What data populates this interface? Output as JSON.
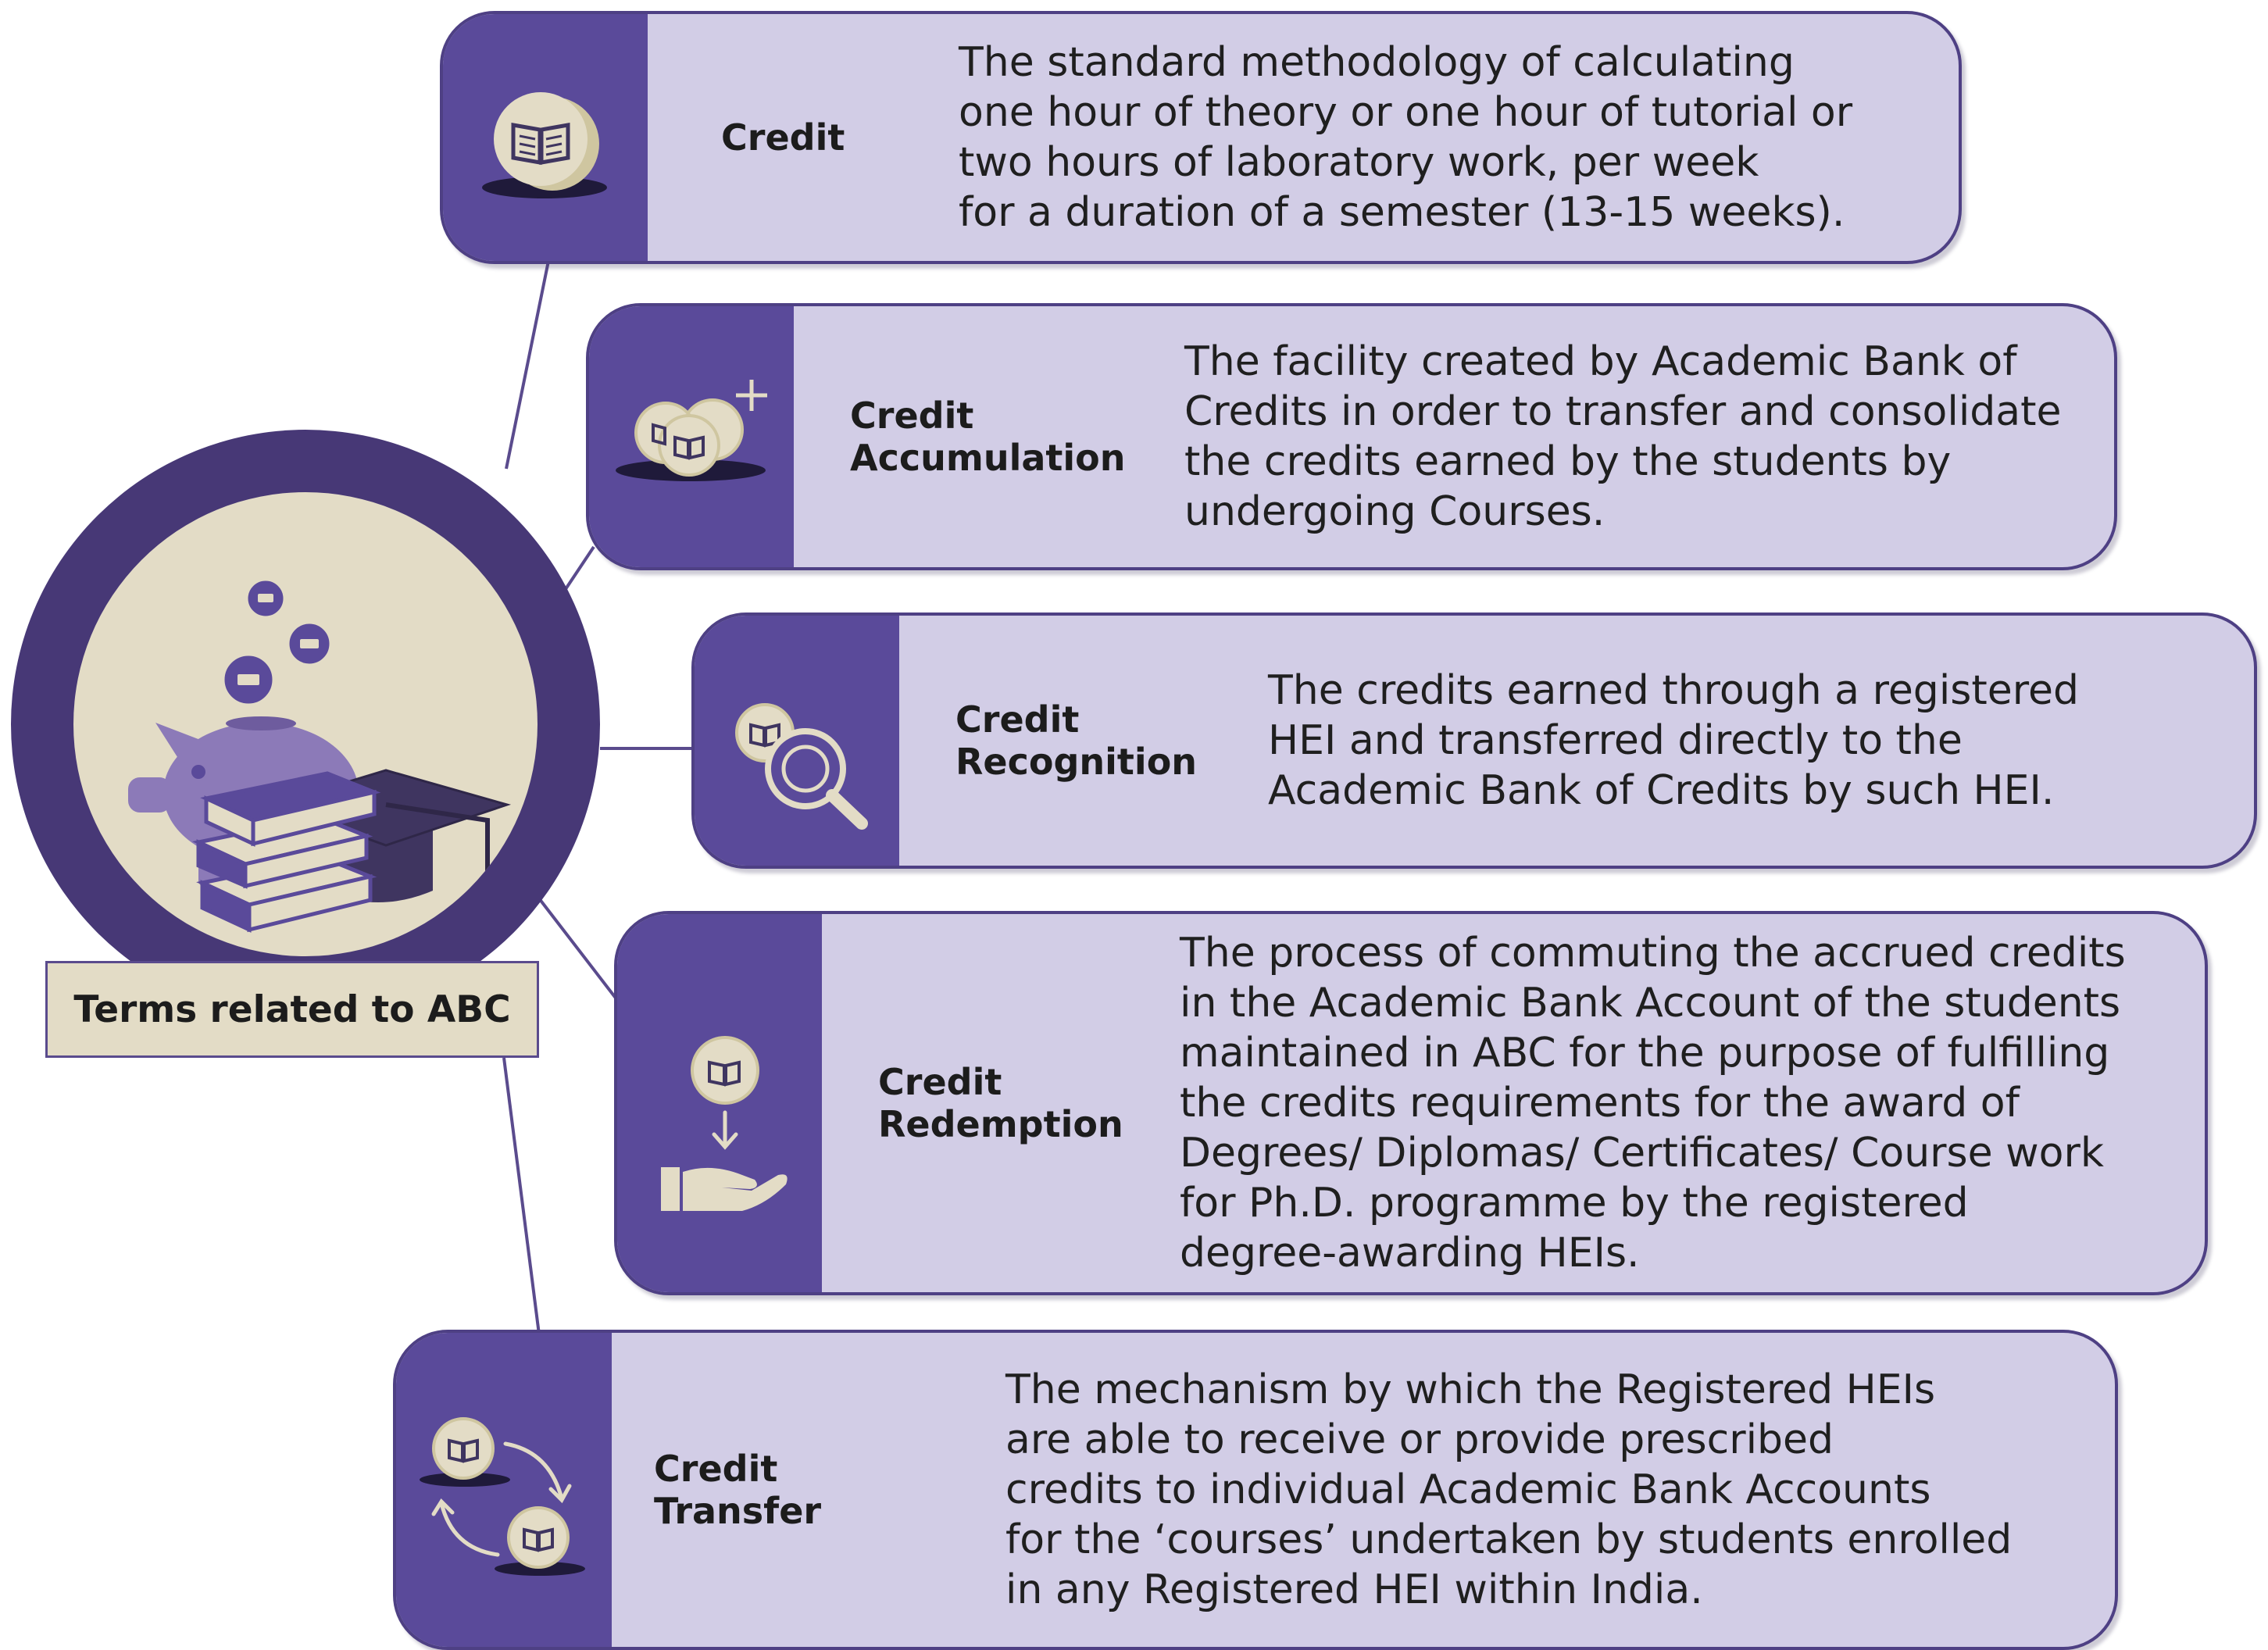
{
  "hub": {
    "label": "Terms related to ABC",
    "illustration": [
      "piggy-bank-icon",
      "graduation-cap-icon",
      "book-stack-icon",
      "coin-icon"
    ]
  },
  "colors": {
    "card_fill": "#d2cde6",
    "card_border": "#4e4084",
    "icon_panel": "#5a4a9a",
    "hub_ring": "#473876",
    "hub_fill": "#e3dcc6",
    "connector": "#5a4b8d"
  },
  "terms": [
    {
      "name": "Credit",
      "icon": "book-coin-icon",
      "description": "The standard methodology of calculating\none hour of theory or one hour of tutorial or\ntwo hours of laboratory work, per week\nfor a duration of a semester (13-15 weeks)."
    },
    {
      "name": "Credit\nAccumulation",
      "icon": "stacked-coins-plus-icon",
      "description": "The facility created by Academic Bank of\nCredits in order to transfer and consolidate\nthe credits earned by the students by\nundergoing Courses."
    },
    {
      "name": "Credit\nRecognition",
      "icon": "coin-magnifier-icon",
      "description": "The credits earned through a registered\nHEI and transferred directly to the\nAcademic Bank of Credits by such HEI."
    },
    {
      "name": "Credit\nRedemption",
      "icon": "coin-to-hand-icon",
      "description": "The process of commuting the accrued credits\nin the Academic Bank Account of the students\nmaintained in ABC for the purpose of fulfilling\nthe credits requirements for the award of\nDegrees/ Diplomas/ Certificates/ Course work\nfor Ph.D. programme by the registered\ndegree-awarding HEIs."
    },
    {
      "name": "Credit\nTransfer",
      "icon": "coin-exchange-icon",
      "description": "The mechanism by which the Registered HEIs\nare able to receive or provide prescribed\ncredits to individual Academic Bank Accounts\nfor the ‘courses’ undertaken by students enrolled\nin any Registered HEI within India."
    }
  ]
}
